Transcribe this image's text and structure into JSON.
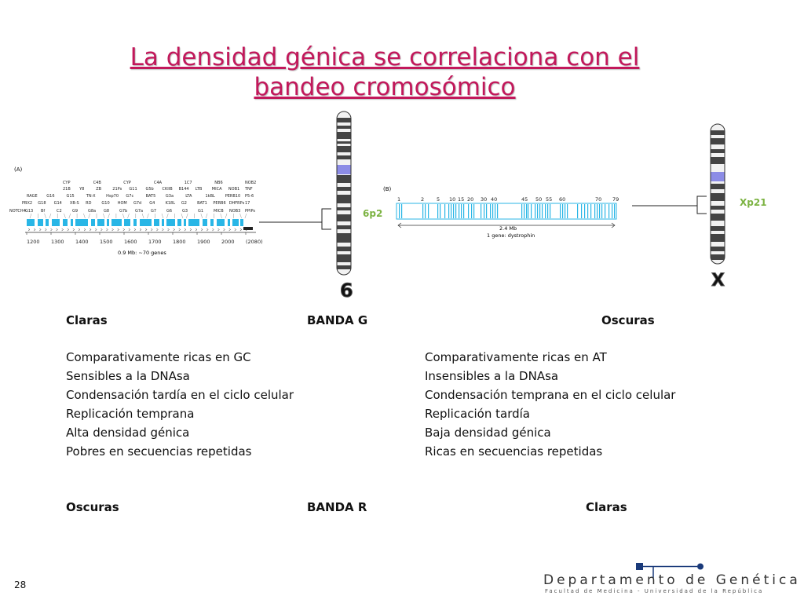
{
  "title_line1": "La densidad génica se correlaciona con el",
  "title_line2": "bandeo cromosómico",
  "figure": {
    "panel_a_label": "(A)",
    "panel_b_label": "(B)",
    "panel_a_genes_row1": [
      "CYP",
      "C4B",
      "CYP",
      "C4A",
      "1C7",
      "NB6",
      "NOB2"
    ],
    "panel_a_genes_row2": [
      "21B",
      "Y8",
      "ZB",
      "21Ps",
      "G11",
      "G5b",
      "CKIIB",
      "B144",
      "LTB",
      "MICA",
      "NOB1",
      "TNF"
    ],
    "panel_a_genes_row3": [
      "RAGE",
      "G16",
      "G15",
      "TN-X",
      "Hsp70",
      "G7c",
      "BAT5",
      "G3a",
      "LTA",
      "1kBL",
      "PERB10",
      "P5-6"
    ],
    "panel_a_genes_row4": [
      "PBX2",
      "G18",
      "G14",
      "XB-S",
      "RD",
      "G10",
      "HOM",
      "G7d",
      "G4",
      "K18L",
      "G2",
      "BAT1",
      "PERB6",
      "DHFRPs",
      "17"
    ],
    "panel_a_genes_row5": [
      "NOTCH4",
      "G13",
      "Bf",
      "C2",
      "G9",
      "G8a",
      "G8",
      "G7b",
      "G7a",
      "G7",
      "G6",
      "G3",
      "G1",
      "MICB",
      "NOB3",
      "PPIPs"
    ],
    "panel_a_axis": [
      "1200",
      "1300",
      "1400",
      "1500",
      "1600",
      "1700",
      "1800",
      "1900",
      "2000",
      "(2080)"
    ],
    "panel_a_scale": "0.9 Mb: ~70 genes",
    "panel_b_numbers": [
      "1",
      "2",
      "5",
      "10",
      "15",
      "20",
      "30",
      "40",
      "45",
      "50",
      "55",
      "60",
      "70",
      "79"
    ],
    "panel_b_scale": "2.4 Mb",
    "panel_b_gene": "1 gene: dystrophin",
    "band_6p": "6p2",
    "band_xp": "Xp21",
    "chrom_6_label": "6",
    "chrom_x_label": "X"
  },
  "banda_g": {
    "left_header": "Claras",
    "center_header": "BANDA G",
    "right_header": "Oscuras",
    "left_items": [
      "Comparativamente ricas en GC",
      "Sensibles a la DNAsa",
      "Condensación tardía en el ciclo celular",
      "Replicación temprana",
      "Alta densidad génica",
      "Pobres en secuencias repetidas"
    ],
    "right_items": [
      "Comparativamente ricas en AT",
      "Insensibles a la DNAsa",
      "Condensación temprana en el ciclo celular",
      "Replicación tardía",
      "Baja densidad génica",
      "Ricas en secuencias repetidas"
    ]
  },
  "banda_r": {
    "left_header": "Oscuras",
    "center_header": "BANDA R",
    "right_header": "Claras"
  },
  "slide_number": "28",
  "footer": {
    "department": "Departamento de Genética",
    "subtitle": "Facultad de Medicina - Universidad de la República"
  },
  "colors": {
    "title": "#c2185b",
    "gene_blocks": "#29b6e6",
    "band_labels": "#7cb342",
    "accent_band": "#8c8ce6",
    "footer_logo": "#1a3a7a"
  }
}
